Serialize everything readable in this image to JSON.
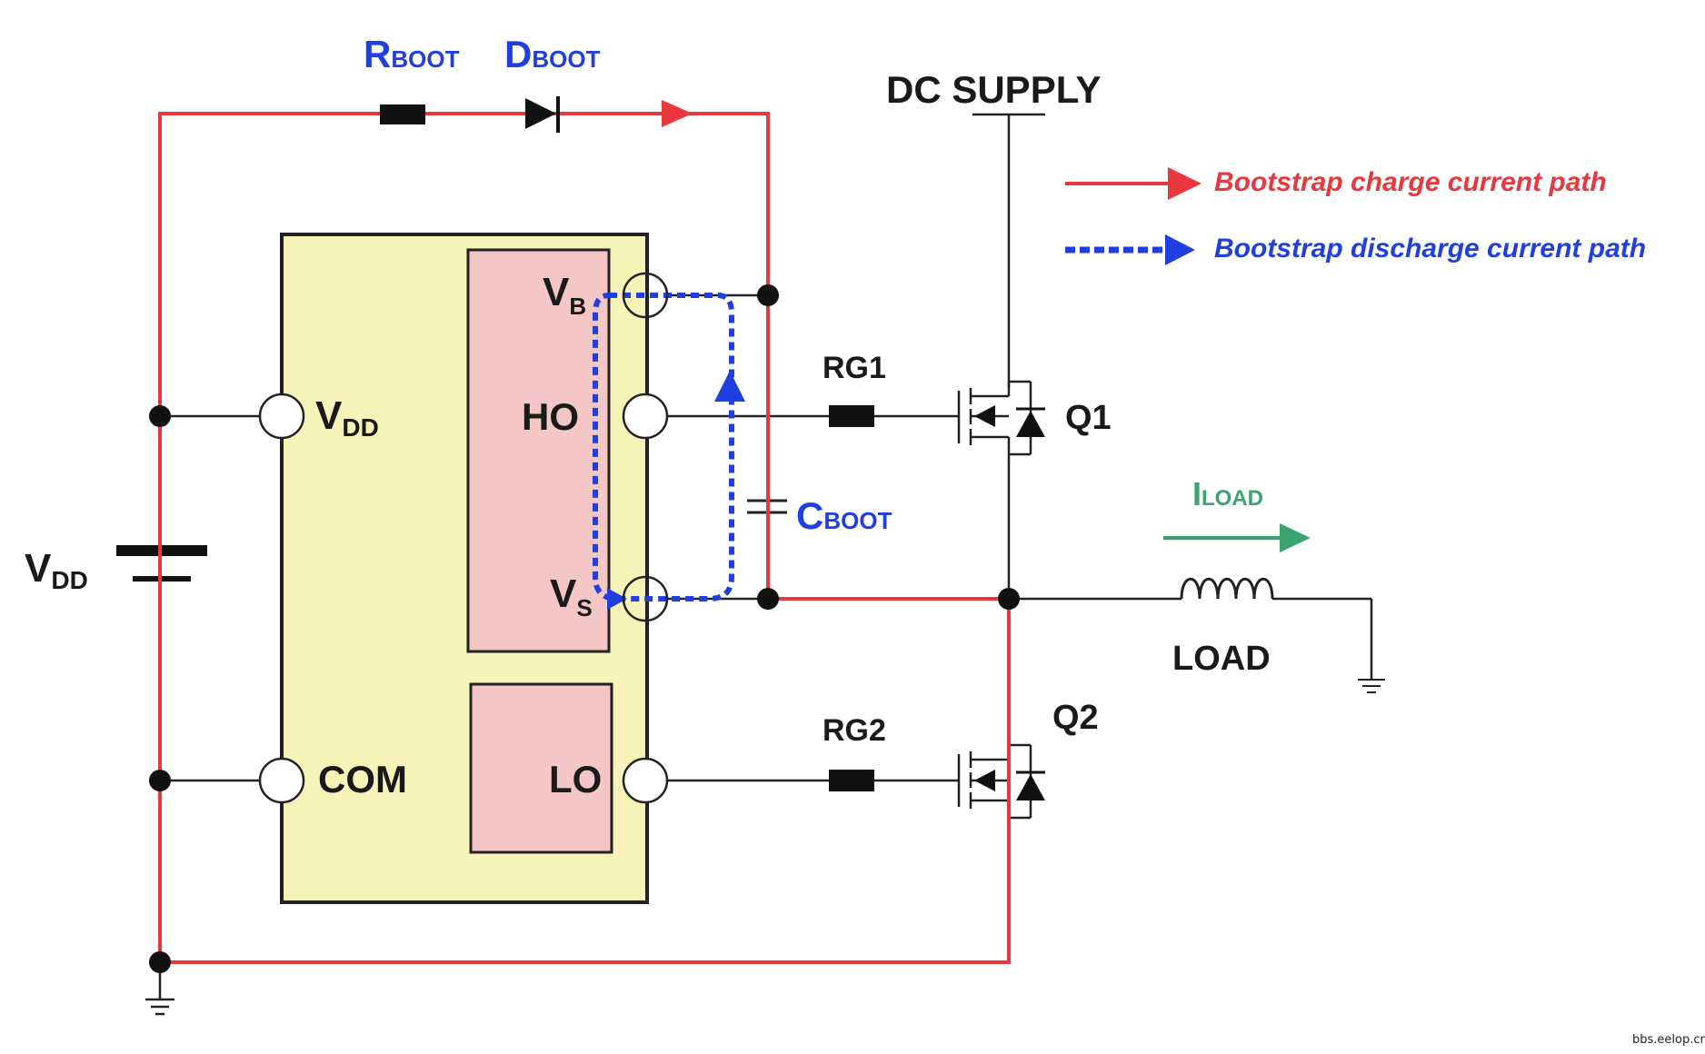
{
  "labels": {
    "rboot": "R",
    "rboot_sub": "BOOT",
    "dboot": "D",
    "dboot_sub": "BOOT",
    "dc_supply": "DC SUPPLY",
    "vb": "V",
    "vb_sub": "B",
    "ho": "HO",
    "vdd_pin": "V",
    "vdd_pin_sub": "DD",
    "vs": "V",
    "vs_sub": "S",
    "com": "COM",
    "lo": "LO",
    "vdd_source": "V",
    "vdd_source_sub": "DD",
    "rg1": "RG1",
    "rg2": "RG2",
    "q1": "Q1",
    "q2": "Q2",
    "cboot": "C",
    "cboot_sub": "BOOT",
    "iload": "I",
    "iload_sub": "LOAD",
    "load": "LOAD"
  },
  "legend": {
    "charge": "Bootstrap charge current path",
    "discharge": "Bootstrap discharge current path"
  },
  "watermark": "bbs.eelop.cn",
  "colors": {
    "charge_path": "#e8383d",
    "discharge_path": "#1f3fe0",
    "load_current": "#3aa36e",
    "driver_body": "#f7f3b8",
    "driver_block": "#f5c6c6"
  }
}
